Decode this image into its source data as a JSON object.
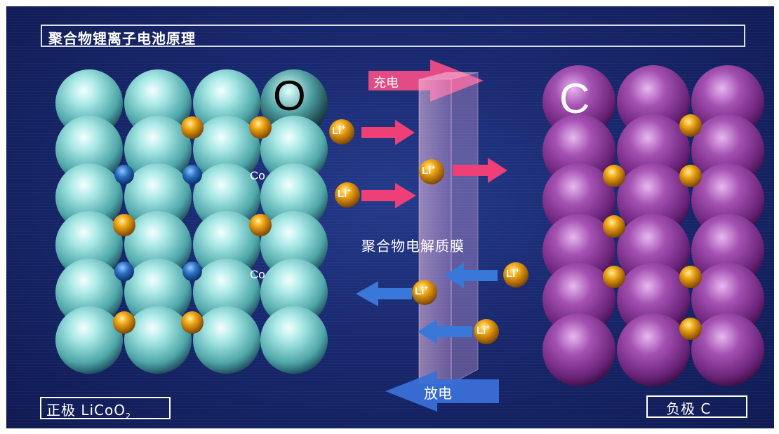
{
  "title": "聚合物锂离子电池原理",
  "cathode_label": "正极 LiCoO",
  "cathode_label_subscript": "2",
  "anode_label": "负极 C",
  "membrane_label": "聚合物电解质膜",
  "charge_label": "充电",
  "discharge_label": "放电",
  "oxygen_symbol": "O",
  "carbon_symbol": "C",
  "cobalt_symbol": "Co",
  "lithium_ion": {
    "symbol": "Li",
    "charge": "+"
  },
  "colors": {
    "background": "#18286e",
    "cathode_sphere": "#7fd3d3",
    "anode_sphere": "#9a3fa6",
    "lithium_ion": "#f0a010",
    "cobalt": "#2a6fc0",
    "charge_arrow": "#f0407a",
    "discharge_arrow": "#3a6fd8"
  },
  "icons": [
    "oxygen-sphere",
    "cobalt-atom",
    "lithium-ion",
    "carbon-sphere",
    "charge-arrow",
    "discharge-arrow",
    "membrane-panel"
  ]
}
